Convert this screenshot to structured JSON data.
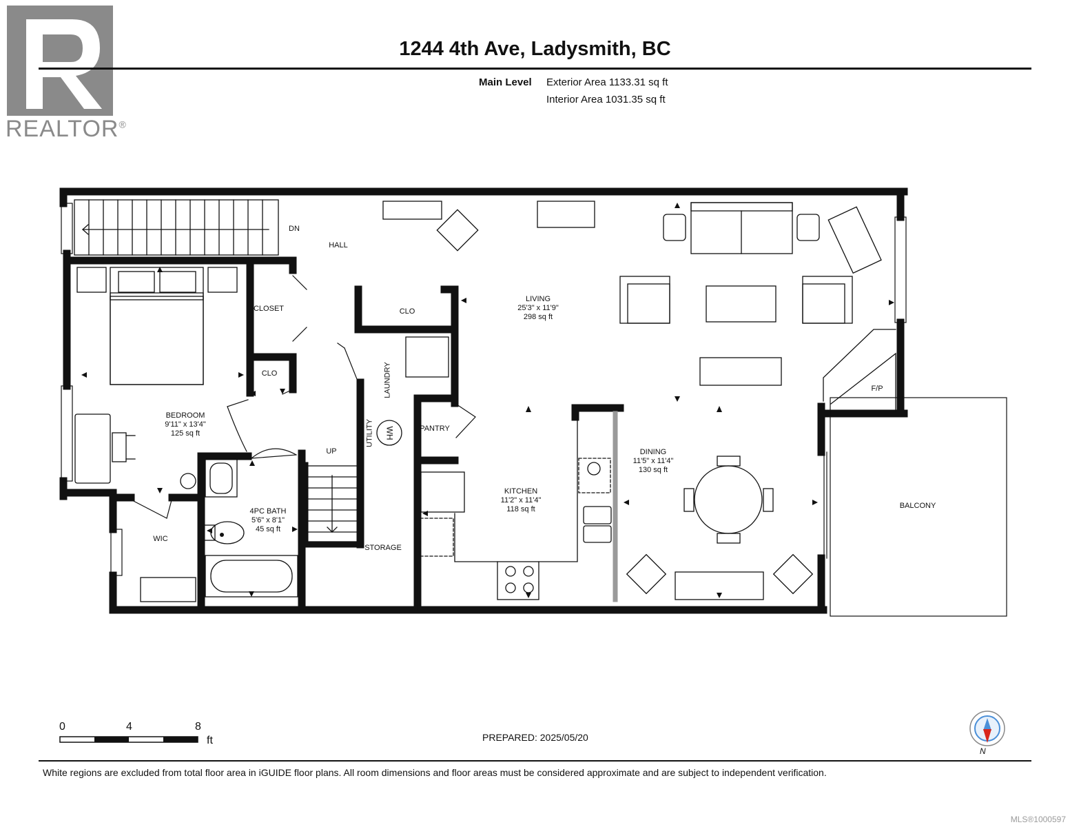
{
  "header": {
    "title": "1244 4th Ave, Ladysmith, BC",
    "level": "Main Level",
    "exterior_area": "Exterior Area 1133.31 sq ft",
    "interior_area": "Interior Area 1031.35 sq ft"
  },
  "logo": {
    "text": "REALTOR",
    "reg": "®",
    "icon": "realtor-r-logo"
  },
  "rooms": {
    "bedroom": {
      "name": "BEDROOM",
      "dims": "9'11\" x 13'4\"",
      "area": "125 sq ft"
    },
    "living": {
      "name": "LIVING",
      "dims": "25'3\" x 11'9\"",
      "area": "298 sq ft"
    },
    "dining": {
      "name": "DINING",
      "dims": "11'5\" x 11'4\"",
      "area": "130 sq ft"
    },
    "kitchen": {
      "name": "KITCHEN",
      "dims": "11'2\" x 11'4\"",
      "area": "118 sq ft"
    },
    "bath": {
      "name": "4PC BATH",
      "dims": "5'6\" x 8'1\"",
      "area": "45 sq ft"
    },
    "hall": "HALL",
    "closet": "CLOSET",
    "clo1": "CLO",
    "clo2": "CLO",
    "laundry": "LAUNDRY",
    "utility": "UTILITY",
    "pantry": "PANTRY",
    "storage": "STORAGE",
    "wic": "WIC",
    "balcony": "BALCONY",
    "fp": "F/P",
    "dn": "DN",
    "up": "UP",
    "wh": "WH"
  },
  "scale": {
    "ticks": [
      "0",
      "4",
      "8"
    ],
    "unit": "ft"
  },
  "prepared": "PREPARED: 2025/05/20",
  "north_label": "N",
  "disclaimer": "White regions are excluded from total floor area in iGUIDE floor plans. All room dimensions and floor areas must be considered approximate and are subject to independent verification.",
  "mls": "MLS®1000597",
  "colors": {
    "wall": "#111111",
    "counter_gray": "#9a9a9a",
    "compass_red": "#d9261c",
    "compass_blue": "#4a8fd8"
  }
}
